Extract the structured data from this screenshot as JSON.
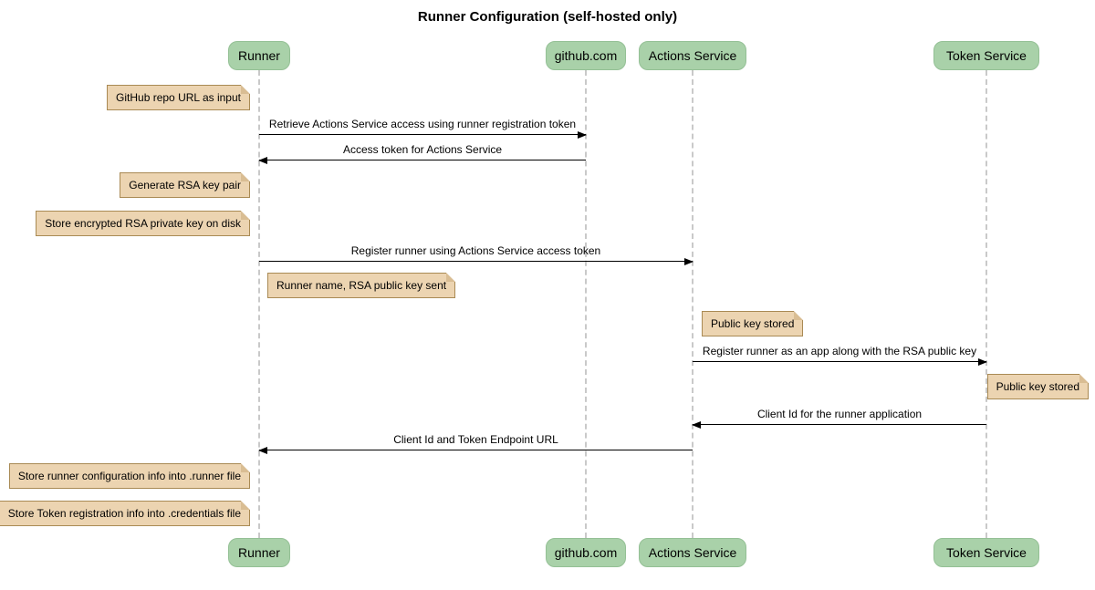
{
  "title": "Runner Configuration (self-hosted only)",
  "participants": [
    {
      "name": "Runner"
    },
    {
      "name": "github.com"
    },
    {
      "name": "Actions Service"
    },
    {
      "name": "Token Service"
    }
  ],
  "messages": [
    {
      "from": "Runner",
      "to": "github.com",
      "direction": "right",
      "label": "Retrieve Actions Service access using runner registration token"
    },
    {
      "from": "github.com",
      "to": "Runner",
      "direction": "left",
      "label": "Access token for Actions Service"
    },
    {
      "from": "Runner",
      "to": "Actions Service",
      "direction": "right",
      "label": "Register runner using Actions Service access token"
    },
    {
      "from": "Actions Service",
      "to": "Token Service",
      "direction": "right",
      "label": "Register runner as an app along with the RSA public key"
    },
    {
      "from": "Token Service",
      "to": "Actions Service",
      "direction": "left",
      "label": "Client Id for the runner application"
    },
    {
      "from": "Actions Service",
      "to": "Runner",
      "direction": "left",
      "label": "Client Id and Token Endpoint URL"
    }
  ],
  "notes": [
    {
      "text": "GitHub repo URL as input",
      "position": "left of Runner"
    },
    {
      "text": "Generate RSA key pair",
      "position": "left of Runner"
    },
    {
      "text": "Store encrypted RSA private key on disk",
      "position": "left of Runner"
    },
    {
      "text": "Runner name, RSA public key sent",
      "position": "right of Runner"
    },
    {
      "text": "Public key stored",
      "position": "right of Actions Service"
    },
    {
      "text": "Public key stored",
      "position": "right of Token Service"
    },
    {
      "text": "Store runner configuration info into .runner file",
      "position": "left of Runner"
    },
    {
      "text": "Store Token registration info into .credentials file",
      "position": "left of Runner"
    }
  ],
  "colors": {
    "participant_fill": "#a9d1a9",
    "participant_border": "#94c095",
    "note_fill": "#ecd4b1",
    "note_border": "#a98a54",
    "note_fold": "#d9bd93",
    "lifeline": "#c9c9c9",
    "message_line": "#000000",
    "text": "#000000",
    "background": "#ffffff"
  }
}
